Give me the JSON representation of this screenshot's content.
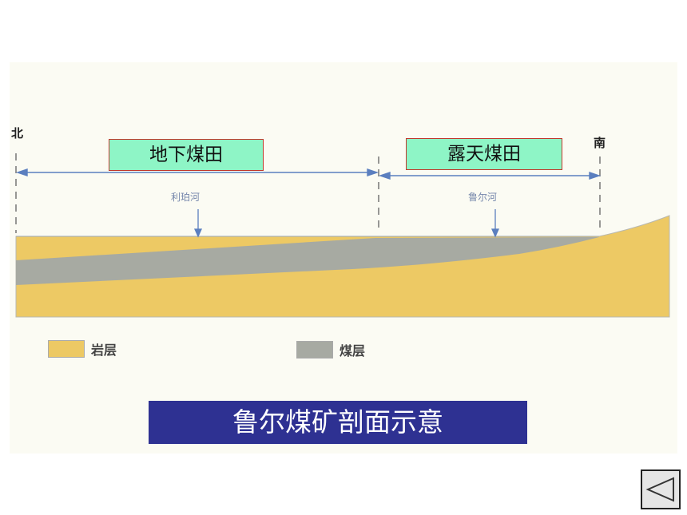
{
  "diagram": {
    "direction_north": "北",
    "direction_south": "南",
    "zones": [
      {
        "label": "地下煤田"
      },
      {
        "label": "露天煤田"
      }
    ],
    "rivers": [
      {
        "label": "利珀河"
      },
      {
        "label": "鲁尔河"
      }
    ],
    "legend": [
      {
        "label": "岩层",
        "color": "#edc964"
      },
      {
        "label": "煤层",
        "color": "#a7aaa2"
      }
    ],
    "colors": {
      "rock": "#edc964",
      "coal": "#a7aaa2",
      "dimension_line": "#5b7fbf",
      "caption_bg": "#2e3192",
      "zone_label_bg": "#8ef5c6"
    }
  },
  "caption": "鲁尔煤矿剖面示意",
  "nav": {
    "back_icon": "triangle-left-icon"
  }
}
